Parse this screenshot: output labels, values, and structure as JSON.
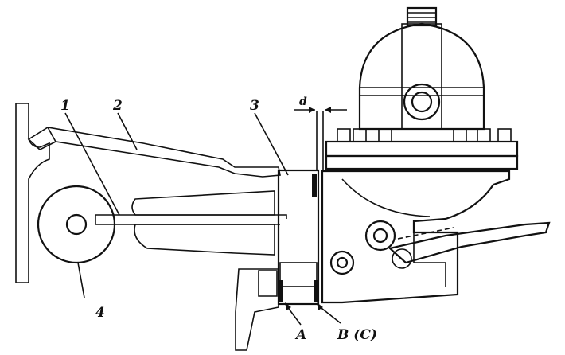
{
  "labels": {
    "part1": "1",
    "part2": "2",
    "part3": "3",
    "part4": "4",
    "gap_d": "d",
    "point_a": "A",
    "point_bc": "B (C)"
  },
  "colors": {
    "ink": "#111111",
    "paper": "#ffffff"
  }
}
